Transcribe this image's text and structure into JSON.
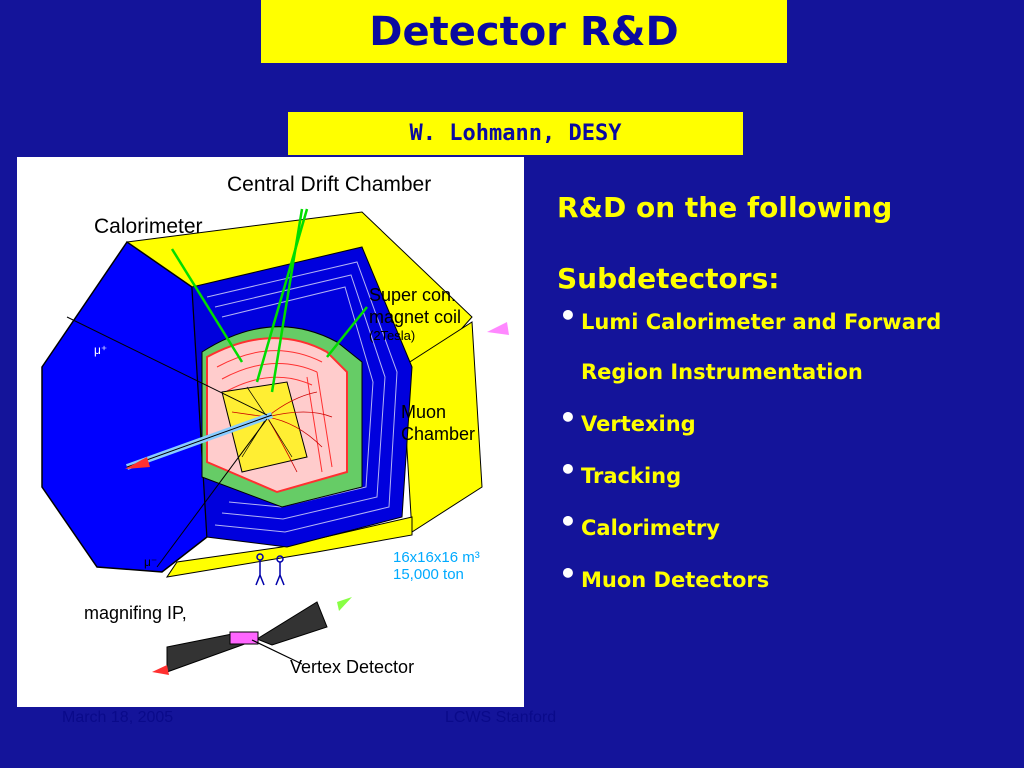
{
  "slide": {
    "title": "Detector R&D",
    "author": "W. Lohmann, DESY",
    "heading_line1": "R&D on the following",
    "heading_line2": "Subdetectors:",
    "bullets": [
      {
        "line1": "Lumi Calorimeter and Forward",
        "line2": "Region Instrumentation"
      },
      {
        "line1": "Vertexing"
      },
      {
        "line1": "Tracking"
      },
      {
        "line1": "Calorimetry"
      },
      {
        "line1": "Muon Detectors"
      }
    ],
    "footer_date": "March 18,  2005",
    "footer_venue": "LCWS Stanford"
  },
  "figure": {
    "label_drift": "Central Drift Chamber",
    "label_calorimeter": "Calorimeter",
    "label_coil_1": "Super con.",
    "label_coil_2": "magnet coil",
    "label_coil_3": "(2Tesla)",
    "label_muon_1": "Muon",
    "label_muon_2": "Chamber",
    "label_size": "16x16x16 m³",
    "label_weight": "15,000 ton",
    "label_ip": "magnifing IP,",
    "label_vertex": "Vertex Detector",
    "label_mu_plus": "μ⁺",
    "label_mu_minus": "μ⁻"
  },
  "colors": {
    "background": "#14149a",
    "title_box": "#ffff00",
    "text_yellow": "#ffff00",
    "text_blue": "#0a0aa0",
    "detector_blue": "#0000ff",
    "detector_yellow": "#ffff00",
    "calorimeter_red": "#ff4040",
    "pointer_green": "#00dd00"
  }
}
